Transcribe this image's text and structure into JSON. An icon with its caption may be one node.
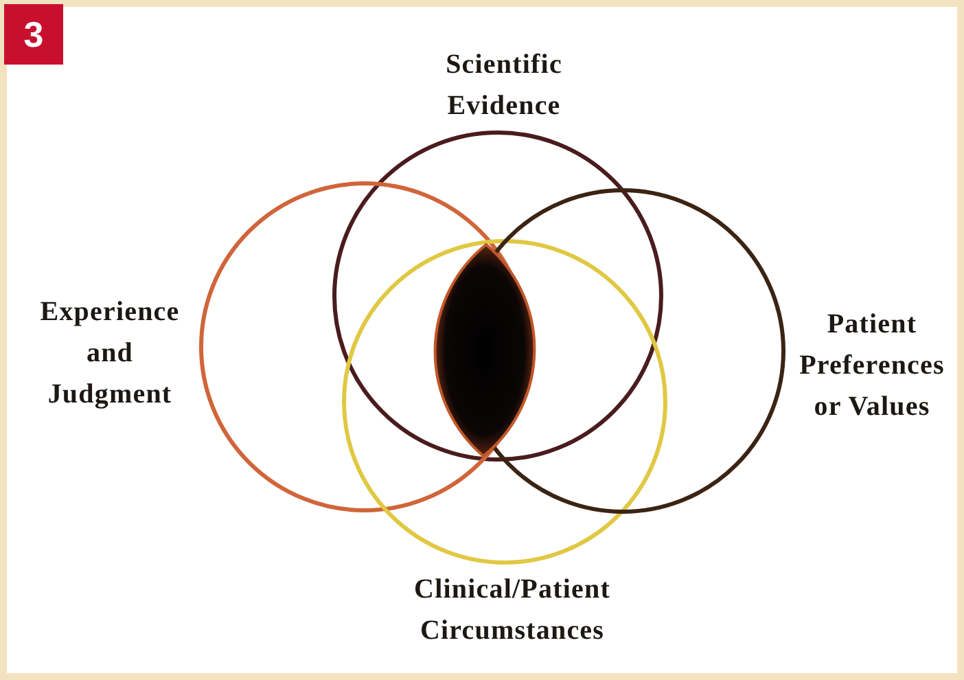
{
  "diagram": {
    "nodes": [
      {
        "text": [
          "Scientific Evidence"
        ]
      },
      {
        "text": [
          "Experience and Judgment"
        ]
      },
      {
        "text": [
          "Patient Preferences or Values"
        ]
      },
      {
        "text": [
          "Clinical/Patient Circumstances"
        ]
      },
      {
        "text": [],
        "shape": "lens"
      }
    ],
    "labels": [
      "3"
    ]
  }
}
